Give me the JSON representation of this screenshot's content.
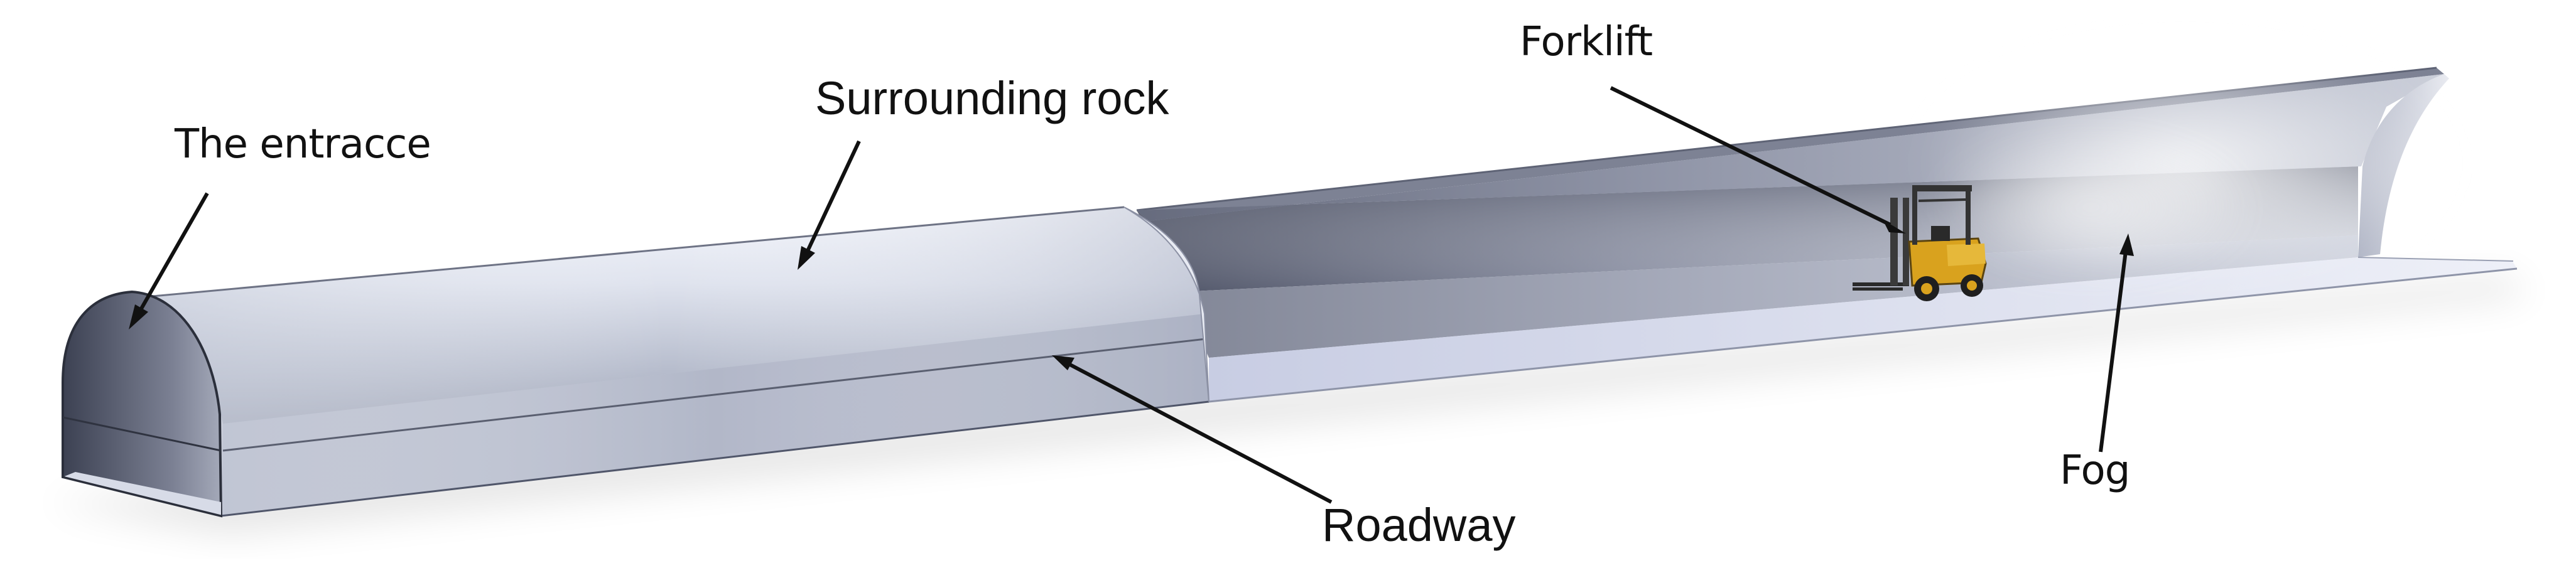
{
  "labels": {
    "entrance": "The entracce",
    "surrounding_rock": "Surrounding rock",
    "forklift": "Forklift",
    "roadway": "Roadway",
    "fog": "Fog"
  },
  "colors": {
    "ink": "#111111",
    "tunnel_light": "#e4e8f2",
    "tunnel_mid": "#b9bfcf",
    "tunnel_dark": "#5b6072",
    "floor": "#d8dcee",
    "forklift_body": "#d9a21e",
    "forklift_frame": "#3a3a3a"
  }
}
